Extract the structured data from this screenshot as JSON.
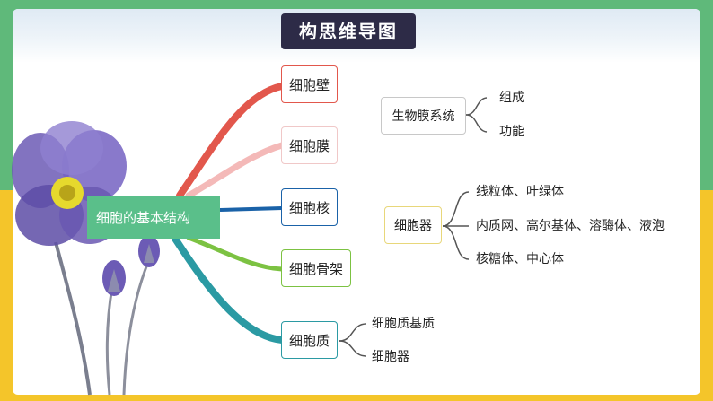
{
  "title": "构思维导图",
  "root": "细胞的基本结构",
  "branches": [
    "细胞壁",
    "细胞膜",
    "细胞核",
    "细胞骨架",
    "细胞质"
  ],
  "membrane_system": {
    "label": "生物膜系统",
    "items": [
      "组成",
      "功能"
    ]
  },
  "organelle": {
    "label": "细胞器",
    "items": [
      "线粒体、叶绿体",
      "内质网、高尔基体、溶酶体、液泡",
      "核糖体、中心体"
    ]
  },
  "cytoplasm_children": [
    "细胞质基质",
    "细胞器"
  ],
  "colors": {
    "wall": "#e2574c",
    "membrane": "#f4b9b8",
    "nucleus": "#1a62a8",
    "skeleton": "#7cc242",
    "cytoplasm": "#2b9aa3",
    "root": "#5abf8a"
  }
}
